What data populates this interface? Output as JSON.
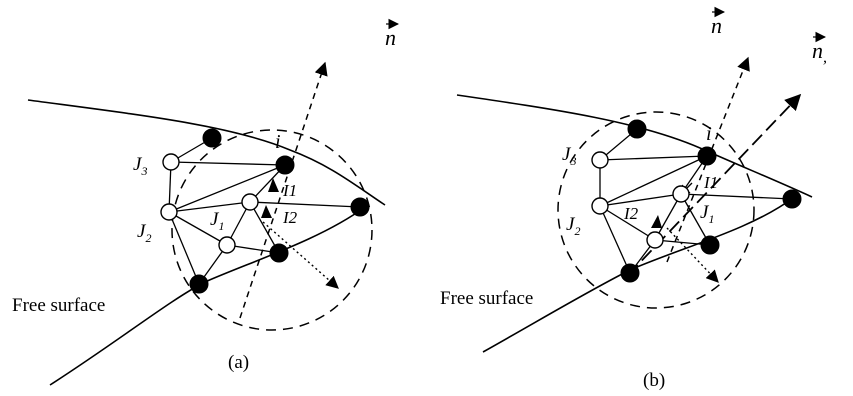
{
  "panel_a": {
    "vector_label": "n",
    "labels": {
      "i": "i",
      "J3": "J",
      "J3_sub": "3",
      "J2": "J",
      "J2_sub": "2",
      "J1": "J",
      "J1_sub": "1",
      "I1": "I1",
      "I2": "I2"
    },
    "free_surface": "Free surface",
    "caption": "(a)"
  },
  "panel_b": {
    "vector_label": "n",
    "vector2_label": "n",
    "vector2_sub": ",",
    "labels": {
      "i": "i",
      "J3": "J",
      "J3_sub": "3",
      "J2": "J",
      "J2_sub": "2",
      "J1": "J",
      "J1_sub": "1",
      "I1": "I1",
      "I2": "I2"
    },
    "free_surface": "Free surface",
    "caption": "(b)"
  },
  "legend_colors": {
    "fluid_particle": "#ffffff",
    "surface_particle": "#000000"
  }
}
